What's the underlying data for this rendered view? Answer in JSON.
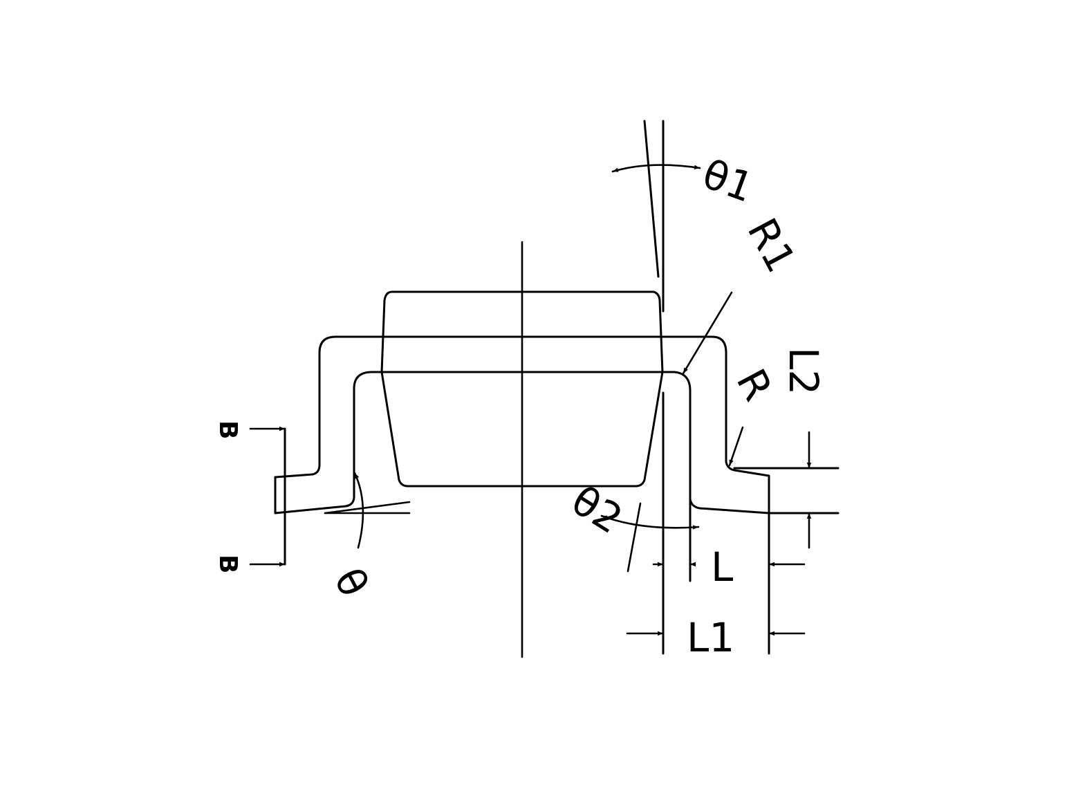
{
  "labels": {
    "theta1": "θ1",
    "r1": "R1",
    "l2": "L2",
    "r": "R",
    "theta2": "θ2",
    "l": "L",
    "l1": "L1",
    "theta": "θ",
    "section_top": "B",
    "section_bottom": "B"
  },
  "colors": {
    "line": "#000000",
    "background": "#ffffff"
  }
}
